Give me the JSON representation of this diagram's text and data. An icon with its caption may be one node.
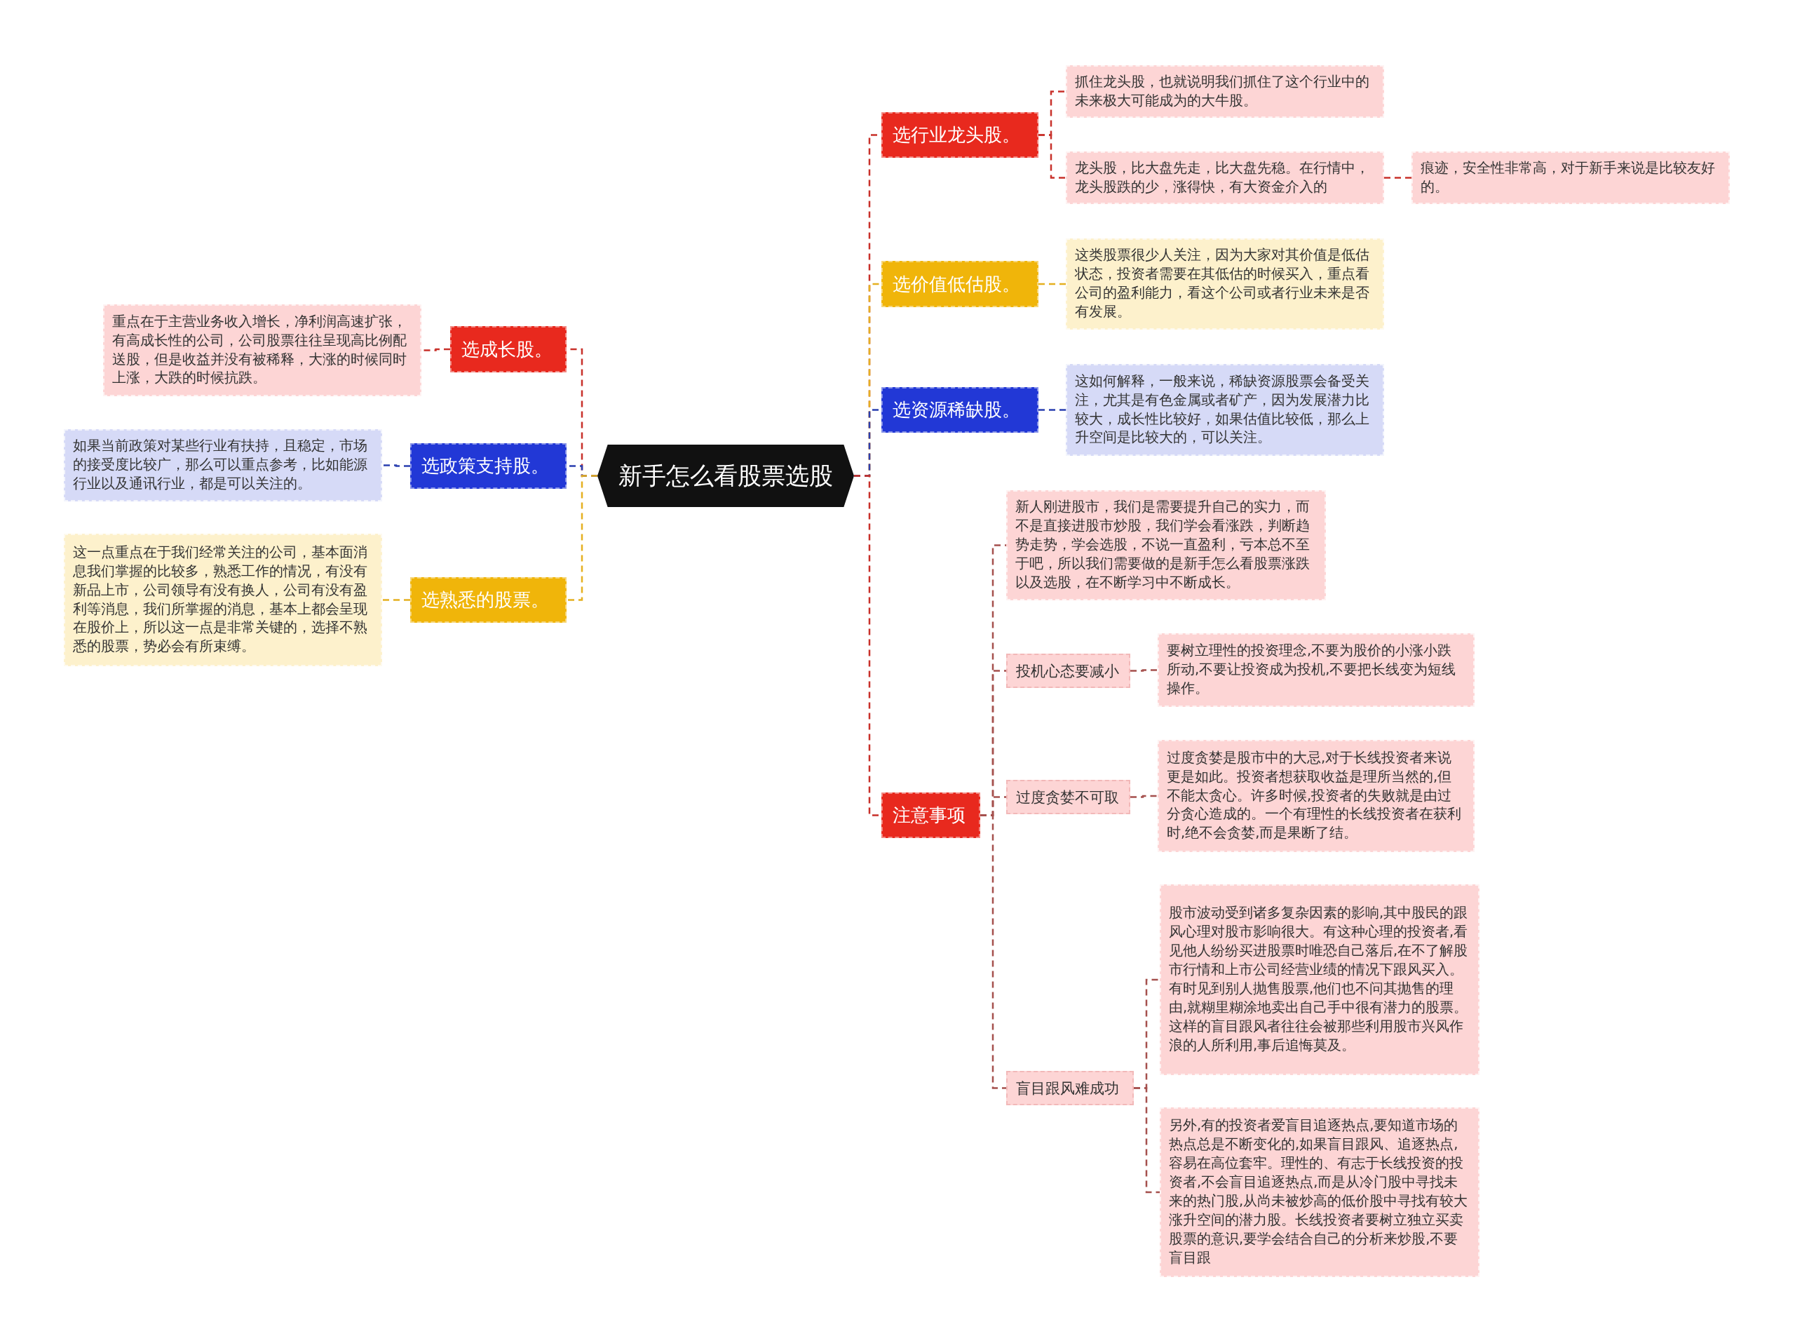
{
  "diagram": {
    "nodes": [
      {
        "text": [
          "新手怎么看股票选股"
        ]
      },
      {
        "text": [
          "选成长股。"
        ]
      },
      {
        "text": [
          "重点在于主营业务收入增长，净利润高速扩张，有高成长性的公司，公司股票往往呈现高比例配送股，但是收益并没有被稀释，大涨的时候同时上涨，大跌的时候抗跌。"
        ]
      },
      {
        "text": [
          "选政策支持股。"
        ]
      },
      {
        "text": [
          "如果当前政策对某些行业有扶持，且稳定，市场的接受度比较广，那么可以重点参考，比如能源行业以及通讯行业，都是可以关注的。"
        ]
      },
      {
        "text": [
          "选熟悉的股票。"
        ]
      },
      {
        "text": [
          "这一点重点在于我们经常关注的公司，基本面消息我们掌握的比较多，熟悉工作的情况，有没有新品上市，公司领导有没有换人，公司有没有盈利等消息，我们所掌握的消息，基本上都会呈现在股价上，所以这一点是非常关键的，选择不熟悉的股票，势必会有所束缚。"
        ]
      },
      {
        "text": [
          "选行业龙头股。"
        ]
      },
      {
        "text": [
          "抓住龙头股，也就说明我们抓住了这个行业中的未来极大可能成为的大牛股。"
        ]
      },
      {
        "text": [
          "龙头股，比大盘先走，比大盘先稳。在行情中，龙头股跌的少，涨得快，有大资金介入的"
        ]
      },
      {
        "text": [
          "痕迹，安全性非常高，对于新手来说是比较友好的。"
        ]
      },
      {
        "text": [
          "选价值低估股。"
        ]
      },
      {
        "text": [
          "这类股票很少人关注，因为大家对其价值是低估状态，投资者需要在其低估的时候买入，重点看公司的盈利能力，看这个公司或者行业未来是否有发展。"
        ]
      },
      {
        "text": [
          "选资源稀缺股。"
        ]
      },
      {
        "text": [
          "这如何解释，一般来说，稀缺资源股票会备受关注，尤其是有色金属或者矿产，因为发展潜力比较大，成长性比较好，如果估值比较低，那么上升空间是比较大的，可以关注。"
        ]
      },
      {
        "text": [
          "注意事项"
        ]
      },
      {
        "text": [
          "新人刚进股市，我们是需要提升自己的实力，而不是直接进股市炒股，我们学会看涨跌，判断趋势走势，学会选股，不说一直盈利，亏本总不至于吧，所以我们需要做的是新手怎么看股票涨跌以及选股，在不断学习中不断成长。"
        ]
      },
      {
        "text": [
          "投机心态要减小"
        ]
      },
      {
        "text": [
          "要树立理性的投资理念,不要为股价的小涨小跌所动,不要让投资成为投机,不要把长线变为短线操作。"
        ]
      },
      {
        "text": [
          "过度贪婪不可取"
        ]
      },
      {
        "text": [
          "过度贪婪是股市中的大忌,对于长线投资者来说更是如此。投资者想获取收益是理所当然的,但不能太贪心。许多时候,投资者的失败就是由过分贪心造成的。一个有理性的长线投资者在获利时,绝不会贪婪,而是果断了结。"
        ]
      },
      {
        "text": [
          "盲目跟风难成功"
        ]
      },
      {
        "text": [
          "股市波动受到诸多复杂因素的影响,其中股民的跟风心理对股市影响很大。有这种心理的投资者,看见他人纷纷买进股票时唯恐自己落后,在不了解股市行情和上市公司经营业绩的情况下跟风买入。有时见到别人抛售股票,他们也不问其抛售的理由,就糊里糊涂地卖出自己手中很有潜力的股票。这样的盲目跟风者往往会被那些利用股市兴风作浪的人所利用,事后追悔莫及。"
        ]
      },
      {
        "text": [
          "另外,有的投资者爱盲目追逐热点,要知道市场的热点总是不断变化的,如果盲目跟风、追逐热点,容易在高位套牢。理性的、有志于长线投资的投资者,不会盲目追逐热点,而是从冷门股中寻找未来的热门股,从尚未被炒高的低价股中寻找有较大涨升空间的潜力股。长线投资者要树立独立买卖股票的意识,要学会结合自己的分析来炒股,不要盲目跟"
        ]
      }
    ],
    "edges": [
      {
        "from": 0,
        "to": 1,
        "arrow": "none",
        "color": "#c8302a"
      },
      {
        "from": 1,
        "to": 2,
        "arrow": "none",
        "color": "#c8302a"
      },
      {
        "from": 0,
        "to": 3,
        "arrow": "none",
        "color": "#2a3fb0"
      },
      {
        "from": 3,
        "to": 4,
        "arrow": "none",
        "color": "#2a3fb0"
      },
      {
        "from": 0,
        "to": 5,
        "arrow": "none",
        "color": "#e5b020"
      },
      {
        "from": 5,
        "to": 6,
        "arrow": "none",
        "color": "#e5b020"
      },
      {
        "from": 0,
        "to": 7,
        "arrow": "none",
        "color": "#c8302a"
      },
      {
        "from": 7,
        "to": 8,
        "arrow": "none",
        "color": "#c8302a"
      },
      {
        "from": 7,
        "to": 9,
        "arrow": "none",
        "color": "#c8302a"
      },
      {
        "from": 9,
        "to": 10,
        "arrow": "none",
        "color": "#c8302a"
      },
      {
        "from": 0,
        "to": 11,
        "arrow": "none",
        "color": "#e5b020"
      },
      {
        "from": 11,
        "to": 12,
        "arrow": "none",
        "color": "#e5b020"
      },
      {
        "from": 0,
        "to": 13,
        "arrow": "none",
        "color": "#2a3fb0"
      },
      {
        "from": 13,
        "to": 14,
        "arrow": "none",
        "color": "#2a3fb0"
      },
      {
        "from": 0,
        "to": 15,
        "arrow": "none",
        "color": "#c8302a"
      },
      {
        "from": 15,
        "to": 16,
        "arrow": "none"
      },
      {
        "from": 15,
        "to": 17,
        "arrow": "none"
      },
      {
        "from": 17,
        "to": 18,
        "arrow": "none"
      },
      {
        "from": 15,
        "to": 19,
        "arrow": "none"
      },
      {
        "from": 19,
        "to": 20,
        "arrow": "none"
      },
      {
        "from": 15,
        "to": 21,
        "arrow": "none"
      },
      {
        "from": 21,
        "to": 22,
        "arrow": "none"
      },
      {
        "from": 21,
        "to": 23,
        "arrow": "none"
      }
    ]
  }
}
